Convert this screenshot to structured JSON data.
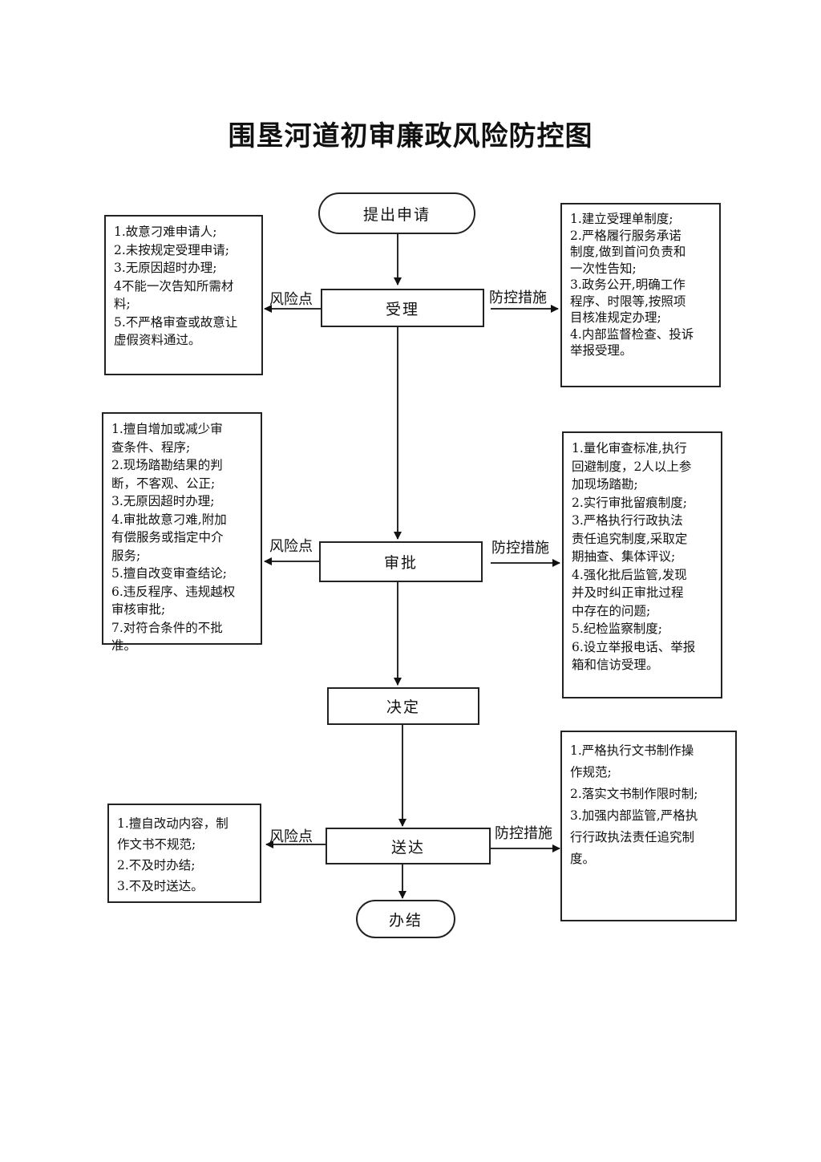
{
  "title": "围垦河道初审廉政风险防控图",
  "stages": {
    "start": "提出申请",
    "accept": "受理",
    "approve": "审批",
    "decide": "决定",
    "deliver": "送达",
    "end": "办结"
  },
  "labels": {
    "risk": "风险点",
    "control": "防控措施"
  },
  "risks": {
    "accept": [
      "1.故意刁难申请人;",
      "2.未按规定受理申请;",
      "3.无原因超时办理;",
      "4不能一次告知所需材",
      "料;",
      "5.不严格审查或故意让",
      "虚假资料通过。"
    ],
    "approve": [
      "1.擅自增加或减少审",
      "查条件、程序;",
      "2.现场踏勘结果的判",
      "断，不客观、公正;",
      "3.无原因超时办理;",
      "4.审批故意刁难,附加",
      "有偿服务或指定中介",
      "服务;",
      "5.擅自改变审查结论;",
      "6.违反程序、违规越权",
      "审核审批;",
      "7.对符合条件的不批",
      "准。"
    ],
    "deliver": [
      "1.擅自改动内容，制",
      "作文书不规范;",
      "2.不及时办结;",
      "3.不及时送达。"
    ]
  },
  "controls": {
    "accept": [
      "1.建立受理单制度;",
      "2.严格履行服务承诺",
      "制度,做到首问负责和",
      "一次性告知;",
      "3.政务公开,明确工作",
      "程序、时限等,按照项",
      "目核准规定办理;",
      "4.内部监督检查、投诉",
      "举报受理。"
    ],
    "approve": [
      "1.量化审查标准,执行",
      "回避制度，2人以上参",
      "加现场踏勘;",
      "2.实行审批留痕制度;",
      "3.严格执行行政执法",
      "责任追究制度,采取定",
      "期抽查、集体评议;",
      "4.强化批后监管,发现",
      "并及时纠正审批过程",
      "中存在的问题;",
      "5.纪检监察制度;",
      "6.设立举报电话、举报",
      "箱和信访受理。"
    ],
    "deliver": [
      "1.严格执行文书制作操",
      "作规范;",
      "2.落实文书制作限时制;",
      "3.加强内部监管,严格执",
      "行行政执法责任追究制",
      "度。"
    ]
  }
}
